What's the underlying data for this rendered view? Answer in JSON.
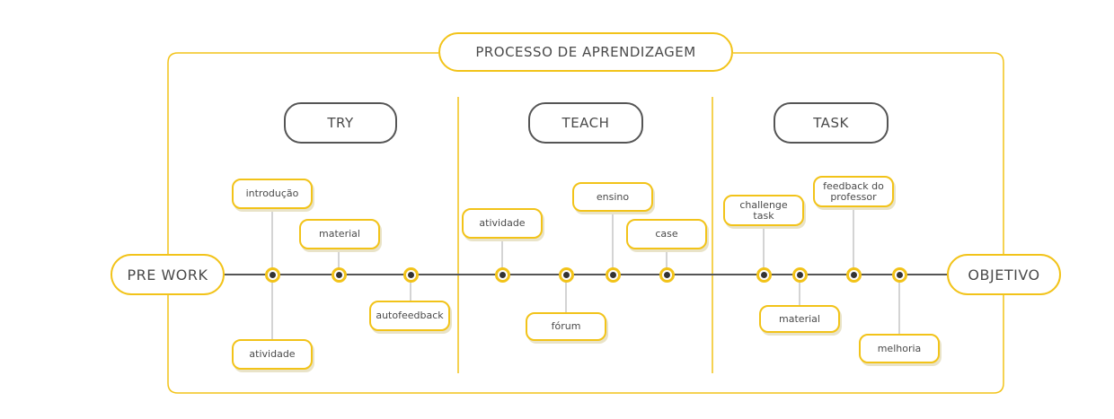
{
  "title": "PROCESSO DE APRENDIZAGEM",
  "start": "PRE WORK",
  "end": "OBJETIVO",
  "stages": [
    {
      "label": "TRY"
    },
    {
      "label": "TEACH"
    },
    {
      "label": "TASK"
    }
  ],
  "steps": [
    {
      "label": "introdução",
      "stage": "TRY"
    },
    {
      "label": "atividade",
      "stage": "TRY"
    },
    {
      "label": "material",
      "stage": "TRY"
    },
    {
      "label": "autofeedback",
      "stage": "TRY"
    },
    {
      "label": "atividade",
      "stage": "TEACH"
    },
    {
      "label": "fórum",
      "stage": "TEACH"
    },
    {
      "label": "ensino",
      "stage": "TEACH"
    },
    {
      "label": "case",
      "stage": "TEACH"
    },
    {
      "label": "challenge task",
      "stage": "TASK"
    },
    {
      "label": "material",
      "stage": "TASK"
    },
    {
      "label": "feedback do professor",
      "stage": "TASK"
    },
    {
      "label": "melhoria",
      "stage": "TASK"
    }
  ],
  "colors": {
    "accent": "#f2c319",
    "line": "#555555",
    "text": "#4a4a4a"
  }
}
